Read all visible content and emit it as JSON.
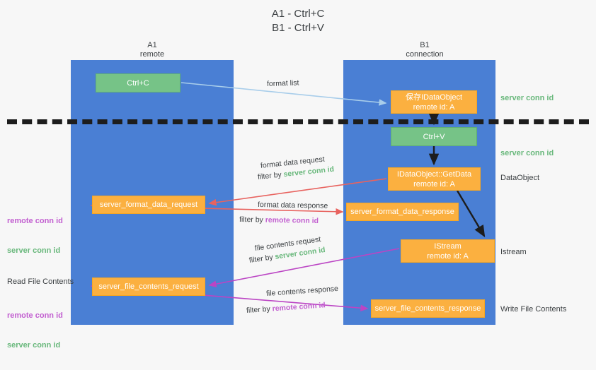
{
  "title": {
    "line1": "A1 - Ctrl+C",
    "line2": "B1 - Ctrl+V"
  },
  "lanes": [
    {
      "id": "a1",
      "name": "A1",
      "role": "remote",
      "color": "#4a7fd4"
    },
    {
      "id": "b1",
      "name": "B1",
      "role": "connection",
      "color": "#4a7fd4"
    }
  ],
  "nodes": {
    "ctrl_c": {
      "label": "Ctrl+C",
      "color": "#76c387"
    },
    "save_dataobject": {
      "label": "保存IDataObject",
      "sub": "remote id: A",
      "color": "#fbb040"
    },
    "ctrl_v": {
      "label": "Ctrl+V",
      "color": "#76c387"
    },
    "getdata": {
      "label": "IDataObject::GetData",
      "sub": "remote id: A",
      "color": "#fbb040"
    },
    "format_data_request": {
      "label": "server_format_data_request",
      "color": "#fbb040"
    },
    "format_data_response": {
      "label": "server_format_data_response",
      "color": "#fbb040"
    },
    "istream": {
      "label": "IStream",
      "sub": "remote id: A",
      "color": "#fbb040"
    },
    "file_contents_request": {
      "label": "server_file_contents_request",
      "color": "#fbb040"
    },
    "file_contents_response": {
      "label": "server_file_contents_response",
      "color": "#fbb040"
    }
  },
  "annotations": {
    "format_list": "format list",
    "format_data_request": "format data request",
    "format_data_request_filter_pre": "filter by ",
    "format_data_request_filter_key": "server conn id",
    "format_data_response": "format data response",
    "format_data_response_filter_pre": "filter by ",
    "format_data_response_filter_key": "remote conn id",
    "file_contents_request": "file contents request",
    "file_contents_request_filter_pre": "filter by ",
    "file_contents_request_filter_key": "server conn id",
    "file_contents_response": "file contents response",
    "file_contents_response_filter_pre": "filter by ",
    "file_contents_response_filter_key": "remote conn id"
  },
  "side_labels": {
    "server_conn_id_top": "server conn id",
    "server_conn_id_mid": "server conn id",
    "dataobject": "DataObject",
    "istream": "Istream",
    "write_file_contents": "Write File Contents",
    "read_file_contents": "Read File Contents",
    "remote_conn_id_a": "remote conn id",
    "server_conn_id_a": "server conn id",
    "remote_conn_id_b": "remote conn id",
    "server_conn_id_b": "server conn id"
  },
  "colors": {
    "lane": "#4a7fd4",
    "green_box": "#76c387",
    "orange_box": "#fbb040",
    "green_text": "#69b87c",
    "purple_text": "#c25fd0",
    "red_arrow": "#e8635f",
    "magenta_arrow": "#bb45c4",
    "light_blue_arrow": "#a8cdea",
    "dark_arrow": "#1d1d1d",
    "background": "#f7f7f7"
  }
}
